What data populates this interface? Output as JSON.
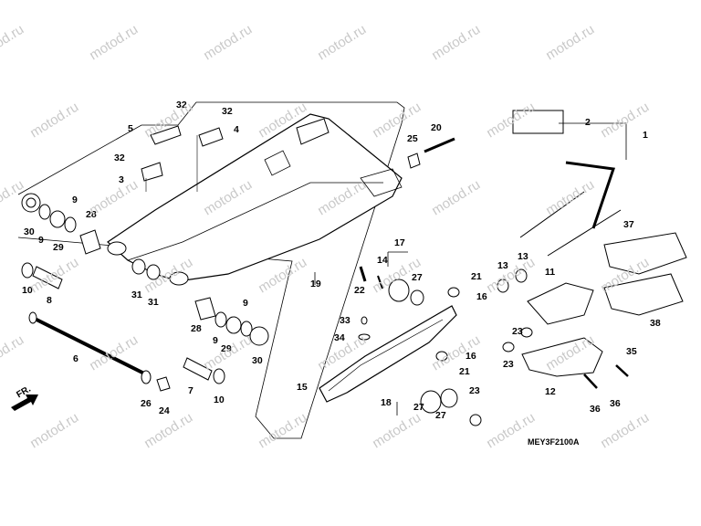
{
  "watermark": "motod.ru",
  "diagram_code": "MEY3F2100A",
  "direction_label": "FR.",
  "callouts": [
    "1",
    "2",
    "3",
    "4",
    "5",
    "6",
    "7",
    "8",
    "9",
    "10",
    "11",
    "12",
    "13",
    "14",
    "15",
    "16",
    "17",
    "18",
    "19",
    "20",
    "21",
    "22",
    "23",
    "24",
    "25",
    "26",
    "27",
    "28",
    "29",
    "30",
    "31",
    "32",
    "33",
    "34",
    "35",
    "36",
    "37",
    "38"
  ],
  "colors": {
    "line": "#000000",
    "watermark": "#c9c9c9",
    "background": "#ffffff",
    "part_fill": "#ffffff",
    "part_shade": "#d9d9d9"
  }
}
